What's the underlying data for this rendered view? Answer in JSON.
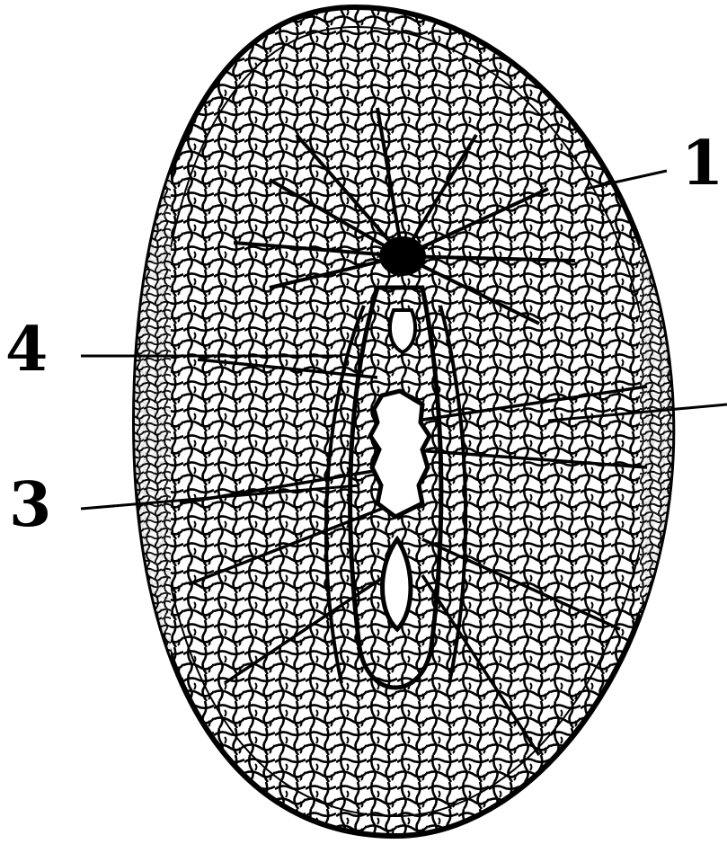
{
  "figure": {
    "labels": [
      {
        "id": "1",
        "text": "1"
      },
      {
        "id": "4",
        "text": "4"
      },
      {
        "id": "3",
        "text": "3"
      }
    ],
    "colors": {
      "ink": "#000000",
      "paper": "#ffffff"
    }
  }
}
